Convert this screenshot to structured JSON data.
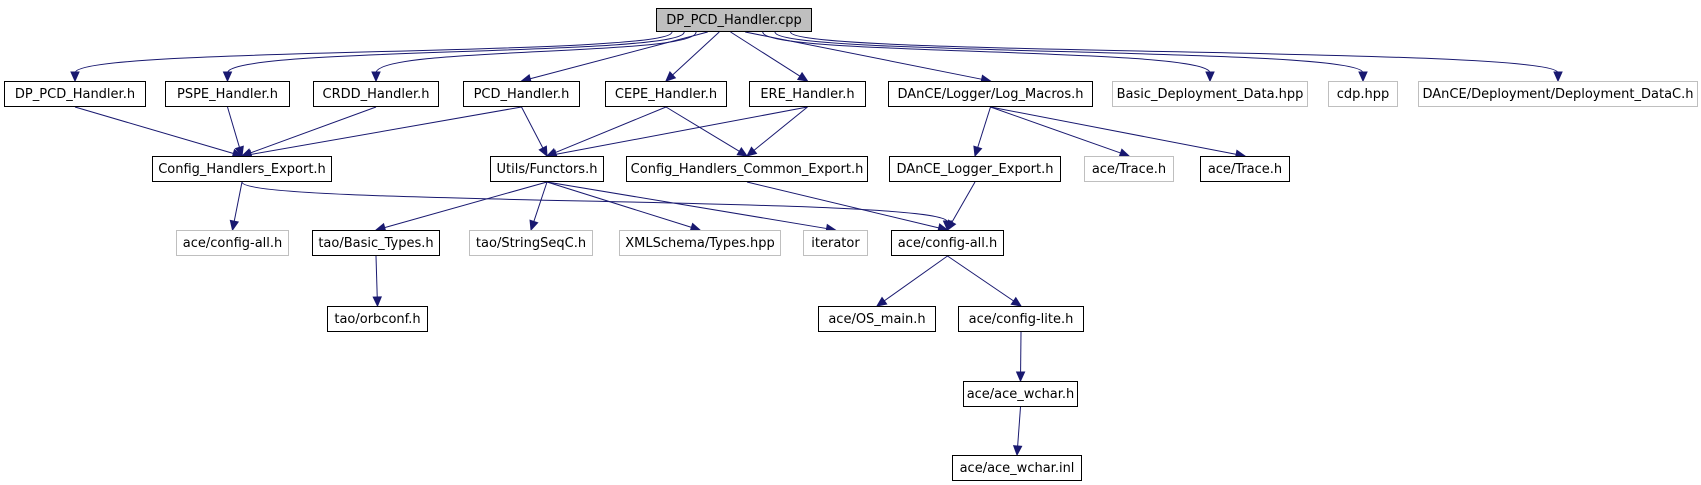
{
  "colors": {
    "edge": "#191970",
    "node_border": "#000000",
    "external_border": "#bfbfbf",
    "root_fill": "#bfbfbf"
  },
  "nodes": [
    {
      "id": "root",
      "label": "DP_PCD_Handler.cpp",
      "kind": "root"
    },
    {
      "id": "dp_pcd_h",
      "label": "DP_PCD_Handler.h",
      "kind": "normal"
    },
    {
      "id": "pspe_h",
      "label": "PSPE_Handler.h",
      "kind": "normal"
    },
    {
      "id": "crdd_h",
      "label": "CRDD_Handler.h",
      "kind": "normal"
    },
    {
      "id": "pcd_h",
      "label": "PCD_Handler.h",
      "kind": "normal"
    },
    {
      "id": "cepe_h",
      "label": "CEPE_Handler.h",
      "kind": "normal"
    },
    {
      "id": "ere_h",
      "label": "ERE_Handler.h",
      "kind": "normal"
    },
    {
      "id": "log_macros",
      "label": "DAnCE/Logger/Log_Macros.h",
      "kind": "normal"
    },
    {
      "id": "basic_dep",
      "label": "Basic_Deployment_Data.hpp",
      "kind": "external"
    },
    {
      "id": "cdp",
      "label": "cdp.hpp",
      "kind": "external"
    },
    {
      "id": "dep_datac",
      "label": "DAnCE/Deployment/Deployment_DataC.h",
      "kind": "external"
    },
    {
      "id": "chexport",
      "label": "Config_Handlers_Export.h",
      "kind": "normal"
    },
    {
      "id": "functors",
      "label": "Utils/Functors.h",
      "kind": "normal"
    },
    {
      "id": "chcommon",
      "label": "Config_Handlers_Common_Export.h",
      "kind": "normal"
    },
    {
      "id": "logger_export",
      "label": "DAnCE_Logger_Export.h",
      "kind": "normal"
    },
    {
      "id": "trace_ext",
      "label": "ace/Trace.h",
      "kind": "external"
    },
    {
      "id": "trace",
      "label": "ace/Trace.h",
      "kind": "normal"
    },
    {
      "id": "configall_ext",
      "label": "ace/config-all.h",
      "kind": "external"
    },
    {
      "id": "basic_types",
      "label": "tao/Basic_Types.h",
      "kind": "normal"
    },
    {
      "id": "stringseqc",
      "label": "tao/StringSeqC.h",
      "kind": "external"
    },
    {
      "id": "xmltypes",
      "label": "XMLSchema/Types.hpp",
      "kind": "external"
    },
    {
      "id": "iterator",
      "label": "iterator",
      "kind": "external"
    },
    {
      "id": "configall",
      "label": "ace/config-all.h",
      "kind": "normal"
    },
    {
      "id": "orbconf",
      "label": "tao/orbconf.h",
      "kind": "normal"
    },
    {
      "id": "os_main",
      "label": "ace/OS_main.h",
      "kind": "normal"
    },
    {
      "id": "config_lite",
      "label": "ace/config-lite.h",
      "kind": "normal"
    },
    {
      "id": "ace_wchar",
      "label": "ace/ace_wchar.h",
      "kind": "normal"
    },
    {
      "id": "ace_wchar_inl",
      "label": "ace/ace_wchar.inl",
      "kind": "normal"
    }
  ],
  "edges": [
    [
      "root",
      "dp_pcd_h"
    ],
    [
      "root",
      "pspe_h"
    ],
    [
      "root",
      "crdd_h"
    ],
    [
      "root",
      "pcd_h"
    ],
    [
      "root",
      "cepe_h"
    ],
    [
      "root",
      "ere_h"
    ],
    [
      "root",
      "log_macros"
    ],
    [
      "root",
      "basic_dep"
    ],
    [
      "root",
      "cdp"
    ],
    [
      "root",
      "dep_datac"
    ],
    [
      "dp_pcd_h",
      "chexport"
    ],
    [
      "pspe_h",
      "chexport"
    ],
    [
      "crdd_h",
      "chexport"
    ],
    [
      "pcd_h",
      "chexport"
    ],
    [
      "pcd_h",
      "functors"
    ],
    [
      "cepe_h",
      "functors"
    ],
    [
      "cepe_h",
      "chcommon"
    ],
    [
      "ere_h",
      "functors"
    ],
    [
      "ere_h",
      "chcommon"
    ],
    [
      "log_macros",
      "logger_export"
    ],
    [
      "log_macros",
      "trace_ext"
    ],
    [
      "log_macros",
      "trace"
    ],
    [
      "chexport",
      "configall_ext"
    ],
    [
      "chexport",
      "configall"
    ],
    [
      "functors",
      "basic_types"
    ],
    [
      "functors",
      "stringseqc"
    ],
    [
      "functors",
      "xmltypes"
    ],
    [
      "functors",
      "iterator"
    ],
    [
      "chcommon",
      "configall"
    ],
    [
      "logger_export",
      "configall"
    ],
    [
      "basic_types",
      "orbconf"
    ],
    [
      "configall",
      "os_main"
    ],
    [
      "configall",
      "config_lite"
    ],
    [
      "config_lite",
      "ace_wchar"
    ],
    [
      "ace_wchar",
      "ace_wchar_inl"
    ]
  ]
}
